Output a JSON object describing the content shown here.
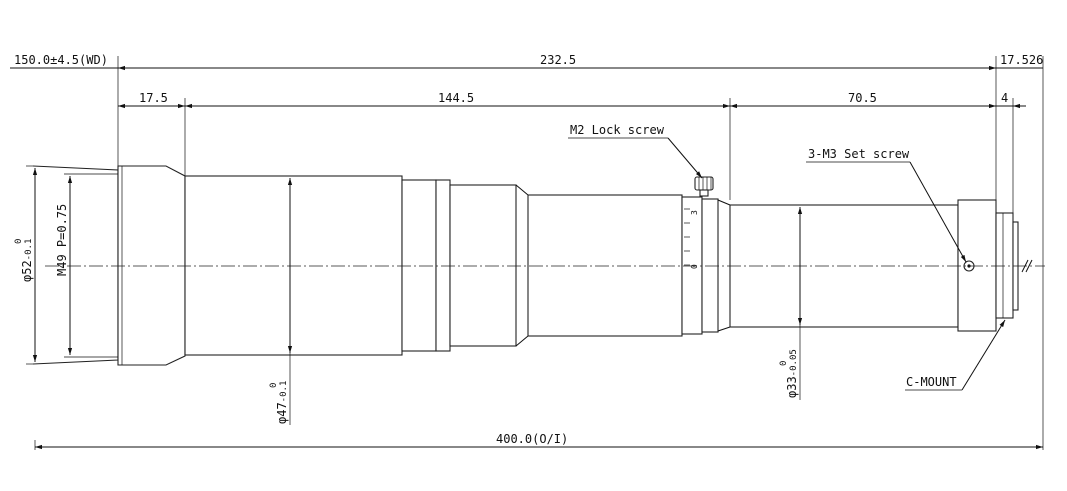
{
  "dimensions": {
    "working_distance": "150.0±4.5(WD)",
    "total_length": "232.5",
    "flange_back": "17.526",
    "seg_front": "17.5",
    "seg_mid": "144.5",
    "seg_rear": "70.5",
    "seg_mount": "4",
    "object_to_image": "400.0(O/I)"
  },
  "diameters": {
    "front_outer": "φ52",
    "front_outer_tol_top": "0",
    "front_outer_tol_bottom": "-0.1",
    "filter_thread": "M49 P=0.75",
    "barrel": "φ47",
    "barrel_tol_top": "0",
    "barrel_tol_bottom": "-0.1",
    "rear": "φ33",
    "rear_tol_top": "0",
    "rear_tol_bottom": "-0.05"
  },
  "callouts": {
    "lock_screw": "M2 Lock screw",
    "set_screw": "3-M3 Set screw",
    "mount": "C-MOUNT"
  },
  "scale_marks": {
    "top": "3",
    "zero": "0"
  }
}
